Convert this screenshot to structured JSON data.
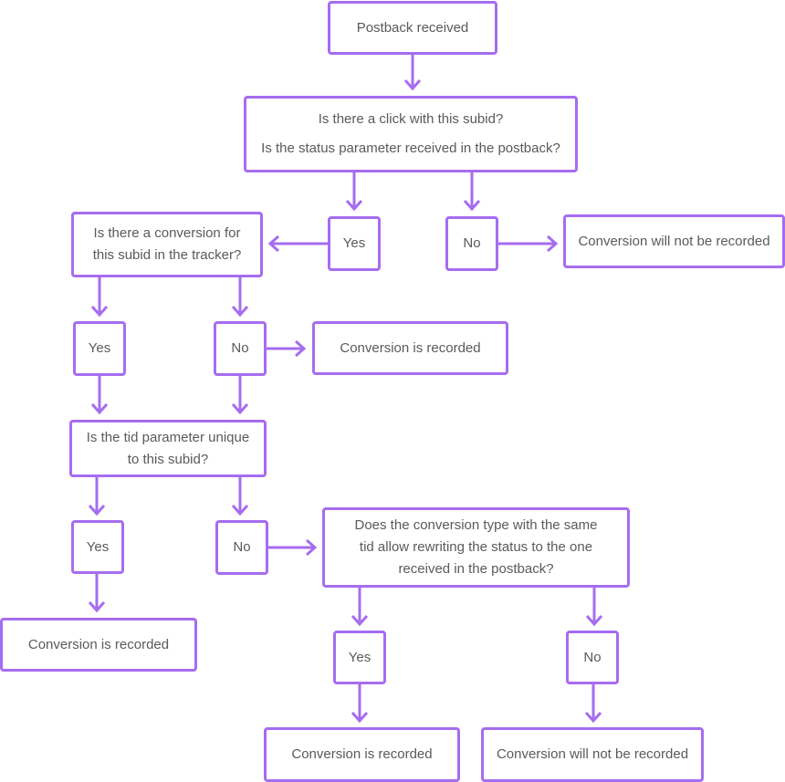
{
  "nodes": {
    "start": "Postback received",
    "q1": [
      "Is there a click with this subid?",
      "Is the status parameter received in the postback?"
    ],
    "q1_yes": "Yes",
    "q1_no": "No",
    "not_recorded_1": "Conversion will not be recorded",
    "q2": [
      "Is there a conversion for",
      "this subid in the tracker?"
    ],
    "q2_yes": "Yes",
    "q2_no": "No",
    "recorded_1": "Conversion is recorded",
    "q3": [
      "Is the tid parameter unique",
      "to this subid?"
    ],
    "q3_yes": "Yes",
    "q3_no": "No",
    "recorded_2": "Conversion is recorded",
    "q4": [
      "Does the conversion type with the same",
      "tid allow rewriting the status to the one",
      "received in the postback?"
    ],
    "q4_yes": "Yes",
    "q4_no": "No",
    "recorded_3": "Conversion is recorded",
    "not_recorded_2": "Conversion will not be recorded"
  },
  "colors": {
    "accent": "#a56df0",
    "text": "#5a5a5a"
  }
}
